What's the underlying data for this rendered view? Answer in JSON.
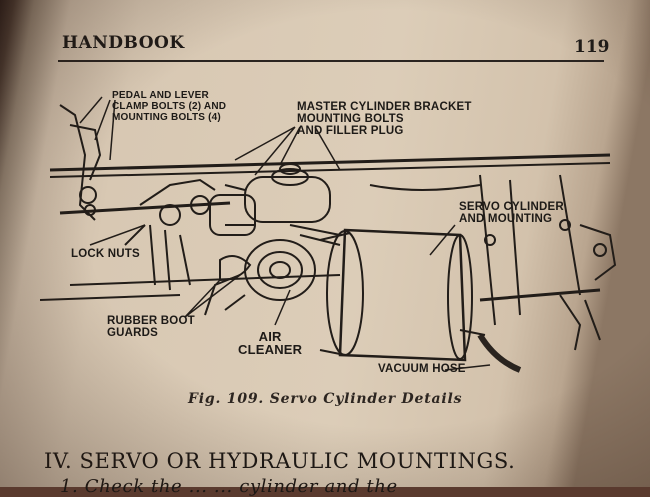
{
  "running_head": "HANDBOOK",
  "page_number": "119",
  "figure": {
    "callouts": {
      "pedal_bolts": "PEDAL AND LEVER\nCLAMP BOLTS (2) AND\nMOUNTING BOLTS (4)",
      "master_cylinder": "MASTER CYLINDER BRACKET\nMOUNTING BOLTS\nAND FILLER PLUG",
      "servo_cylinder": "SERVO CYLINDER\nAND MOUNTING",
      "lock_nuts": "LOCK NUTS",
      "rubber_boot": "RUBBER BOOT\nGUARDS",
      "air_cleaner": "AIR\nCLEANER",
      "vacuum_hose": "VACUUM HOSE"
    },
    "caption": "Fig. 109.  Servo Cylinder  Details"
  },
  "section_heading": "IV. SERVO OR HYDRAULIC MOUNTINGS.",
  "cut_off_text": "1. Check the ...                    ... cylinder and the"
}
